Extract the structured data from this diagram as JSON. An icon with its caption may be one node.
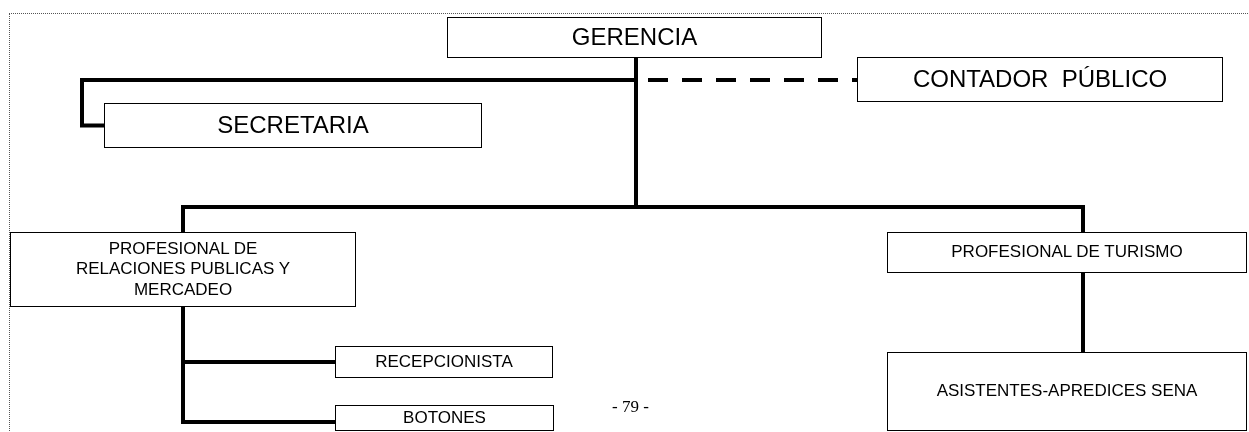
{
  "diagram": {
    "nodes": [
      {
        "text": [
          "GERENCIA"
        ]
      },
      {
        "text": [
          "CONTADOR  PÚBLICO"
        ]
      },
      {
        "text": [
          "SECRETARIA"
        ]
      },
      {
        "text": [
          "PROFESIONAL DE RELACIONES PUBLICAS Y MERCADEO"
        ]
      },
      {
        "text": [
          "PROFESIONAL DE TURISMO"
        ]
      },
      {
        "text": [
          "RECEPCIONISTA"
        ]
      },
      {
        "text": [
          "BOTONES"
        ]
      },
      {
        "text": [
          "ASISTENTES-APREDICES SENA"
        ]
      }
    ],
    "edges": [
      {
        "from": 0,
        "to": 1,
        "arrow": "none",
        "style": "dashed"
      },
      {
        "from": 0,
        "to": 2,
        "arrow": "none"
      },
      {
        "from": 0,
        "to": 3,
        "arrow": "none"
      },
      {
        "from": 0,
        "to": 4,
        "arrow": "none"
      },
      {
        "from": 3,
        "to": 5,
        "arrow": "none"
      },
      {
        "from": 3,
        "to": 6,
        "arrow": "none"
      },
      {
        "from": 4,
        "to": 7,
        "arrow": "none"
      }
    ],
    "labels": [
      "- 79 -"
    ]
  }
}
